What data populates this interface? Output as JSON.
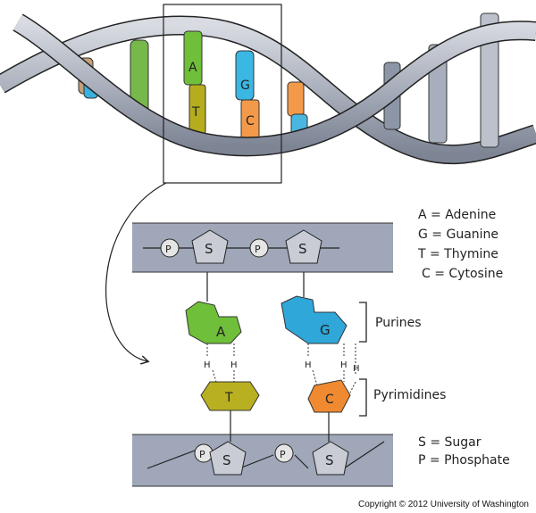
{
  "helix": {
    "pair_labels": [
      {
        "top": "A",
        "bottom": "T"
      },
      {
        "top": "G",
        "bottom": "C"
      }
    ]
  },
  "detail": {
    "top_backbone": {
      "phosphates": [
        "P",
        "P"
      ],
      "sugars": [
        "S",
        "S"
      ]
    },
    "bottom_backbone": {
      "phosphates": [
        "P",
        "P"
      ],
      "sugars": [
        "S",
        "S"
      ]
    },
    "bases": {
      "a": "A",
      "g": "G",
      "t": "T",
      "c": "C"
    },
    "h_bond_label": "H",
    "brackets": {
      "purines": "Purines",
      "pyrimidines": "Pyrimidines"
    }
  },
  "legend_bases": [
    "A = Adenine",
    "G = Guanine",
    "T = Thymine",
    "C = Cytosine"
  ],
  "legend_backbone": [
    "S = Sugar",
    "P = Phosphate"
  ],
  "copyright": "Copyright © 2012 University of Washington",
  "colors": {
    "adenine": "#6fbf3a",
    "guanine": "#2fa7d9",
    "thymine": "#b8b020",
    "cytosine": "#f08a30",
    "backbone": "#9aa3b3",
    "band": "#8e98ad"
  }
}
